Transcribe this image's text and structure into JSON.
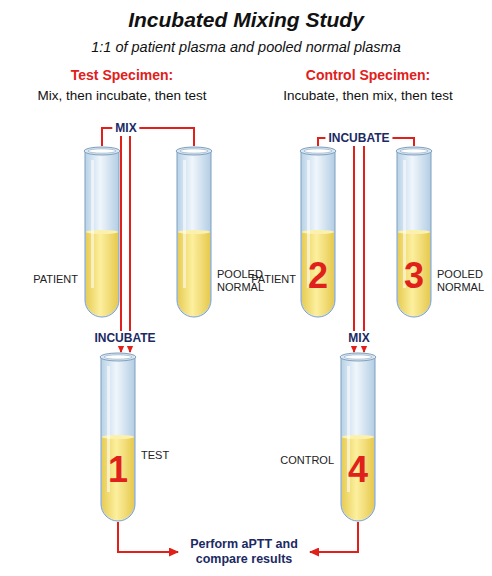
{
  "diagram": {
    "title": "Incubated Mixing Study",
    "nodes": [
      {
        "text": [
          "PATIENT"
        ]
      },
      {
        "text": [
          "POOLED NORMAL"
        ]
      },
      {
        "text": [
          "2",
          "PATIENT"
        ]
      },
      {
        "text": [
          "3",
          "POOLED NORMAL"
        ]
      },
      {
        "text": [
          "1",
          "TEST"
        ]
      },
      {
        "text": [
          "4",
          "CONTROL"
        ]
      },
      {
        "text": [
          "Perform aPTT and compare results"
        ]
      }
    ],
    "edges": [
      {
        "from": 0,
        "to": 4,
        "arrow": "to"
      },
      {
        "from": 1,
        "to": 4,
        "arrow": "to"
      },
      {
        "from": 2,
        "to": 5,
        "arrow": "to"
      },
      {
        "from": 3,
        "to": 5,
        "arrow": "to"
      },
      {
        "from": 4,
        "to": 6,
        "arrow": "to"
      },
      {
        "from": 5,
        "to": 6,
        "arrow": "to"
      }
    ],
    "labels": [
      "1:1 of patient plasma and pooled normal plasma",
      "Test Specimen:",
      "Mix, then incubate, then test",
      "Control Specimen:",
      "Incubate, then mix, then test",
      "MIX",
      "INCUBATE",
      "INCUBATE",
      "MIX"
    ]
  }
}
